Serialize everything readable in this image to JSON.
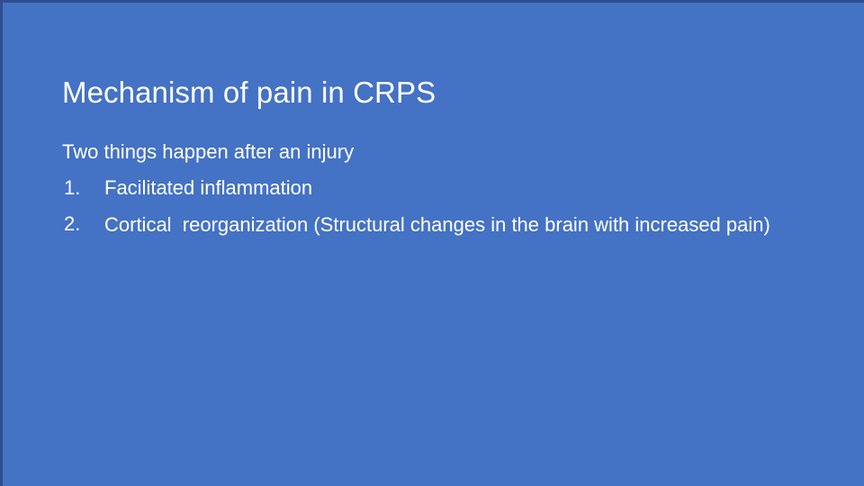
{
  "slide": {
    "background_color": "#4472C4",
    "border_color": "#2F4E8F",
    "text_color": "#FFFFFF",
    "title": "Mechanism of pain in CRPS",
    "body": {
      "lead": "Two things happen after an injury",
      "items": [
        {
          "marker": "1.",
          "text": "Facilitated inflammation"
        },
        {
          "marker": "2.",
          "text": "Cortical  reorganization (Structural changes in the brain with increased pain)"
        }
      ]
    }
  }
}
